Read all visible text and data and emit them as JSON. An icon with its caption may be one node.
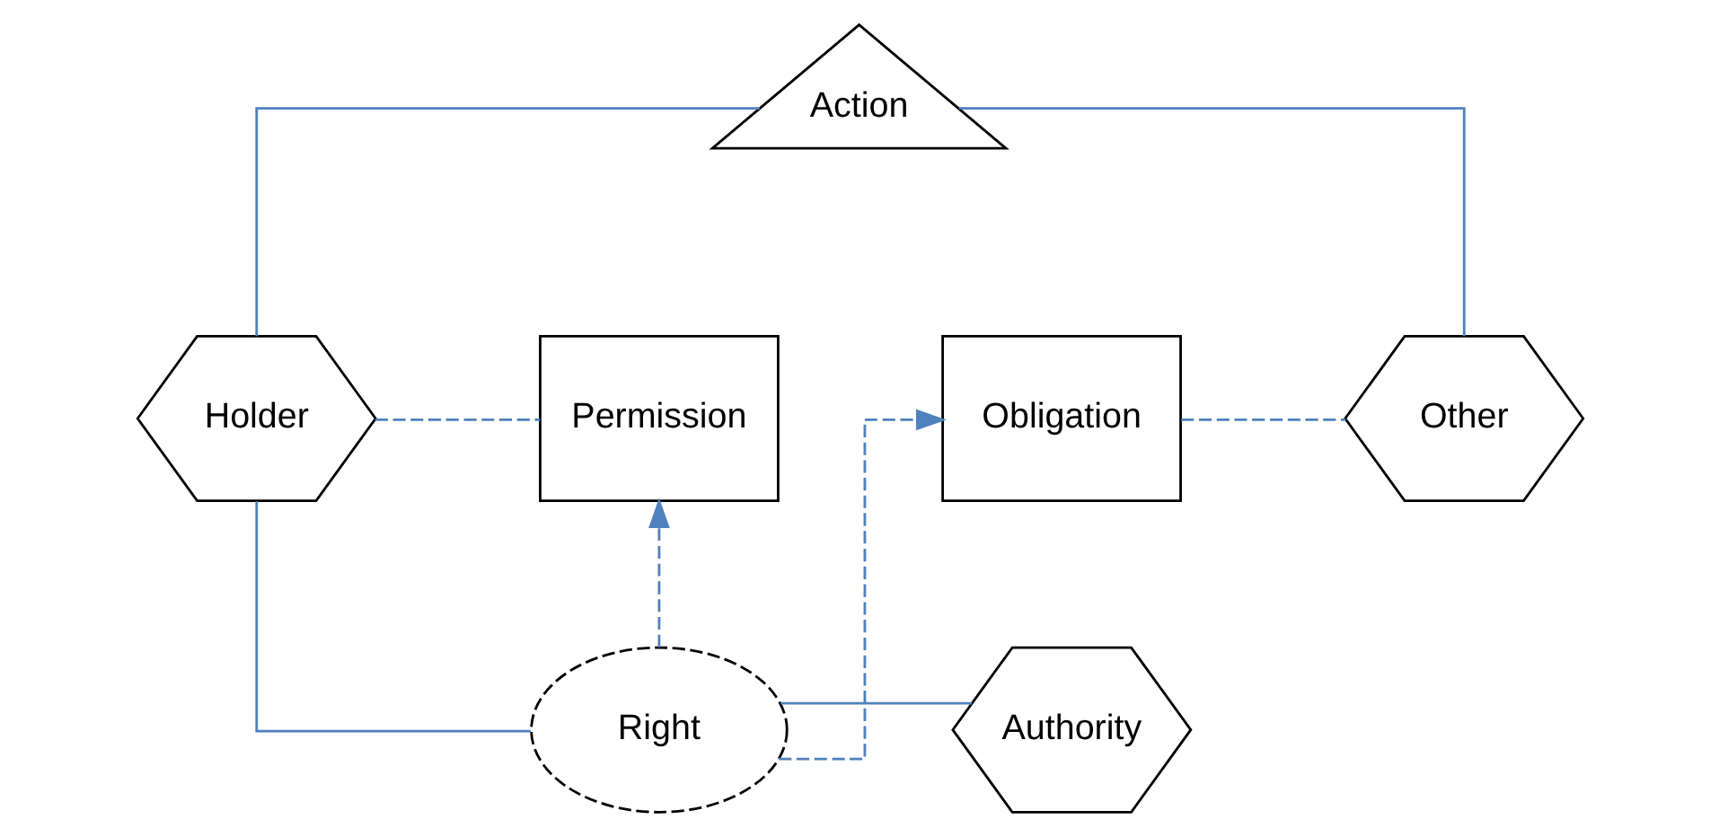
{
  "diagram": {
    "nodes": [
      {
        "text": [
          "Action"
        ]
      },
      {
        "text": [
          "Right"
        ]
      },
      {
        "text": [
          "Authority"
        ]
      },
      {
        "text": [
          "Holder"
        ]
      },
      {
        "text": [
          "Permission"
        ]
      },
      {
        "text": [
          "Obligation"
        ]
      },
      {
        "text": [
          "Other"
        ]
      }
    ],
    "edges": [
      {
        "from": 0,
        "to": 6,
        "arrow": "none"
      },
      {
        "from": 0,
        "to": 3,
        "arrow": "none"
      },
      {
        "from": 3,
        "to": 1,
        "arrow": "none"
      },
      {
        "from": 1,
        "to": 2,
        "arrow": "none"
      },
      {
        "from": 1,
        "to": 4,
        "arrow": "to",
        "style": "dashed"
      },
      {
        "from": 1,
        "to": 5,
        "arrow": "to",
        "style": "dashed"
      },
      {
        "from": 3,
        "to": 4,
        "arrow": "none",
        "style": "dashed"
      },
      {
        "from": 5,
        "to": 6,
        "arrow": "none",
        "style": "dashed"
      }
    ]
  }
}
